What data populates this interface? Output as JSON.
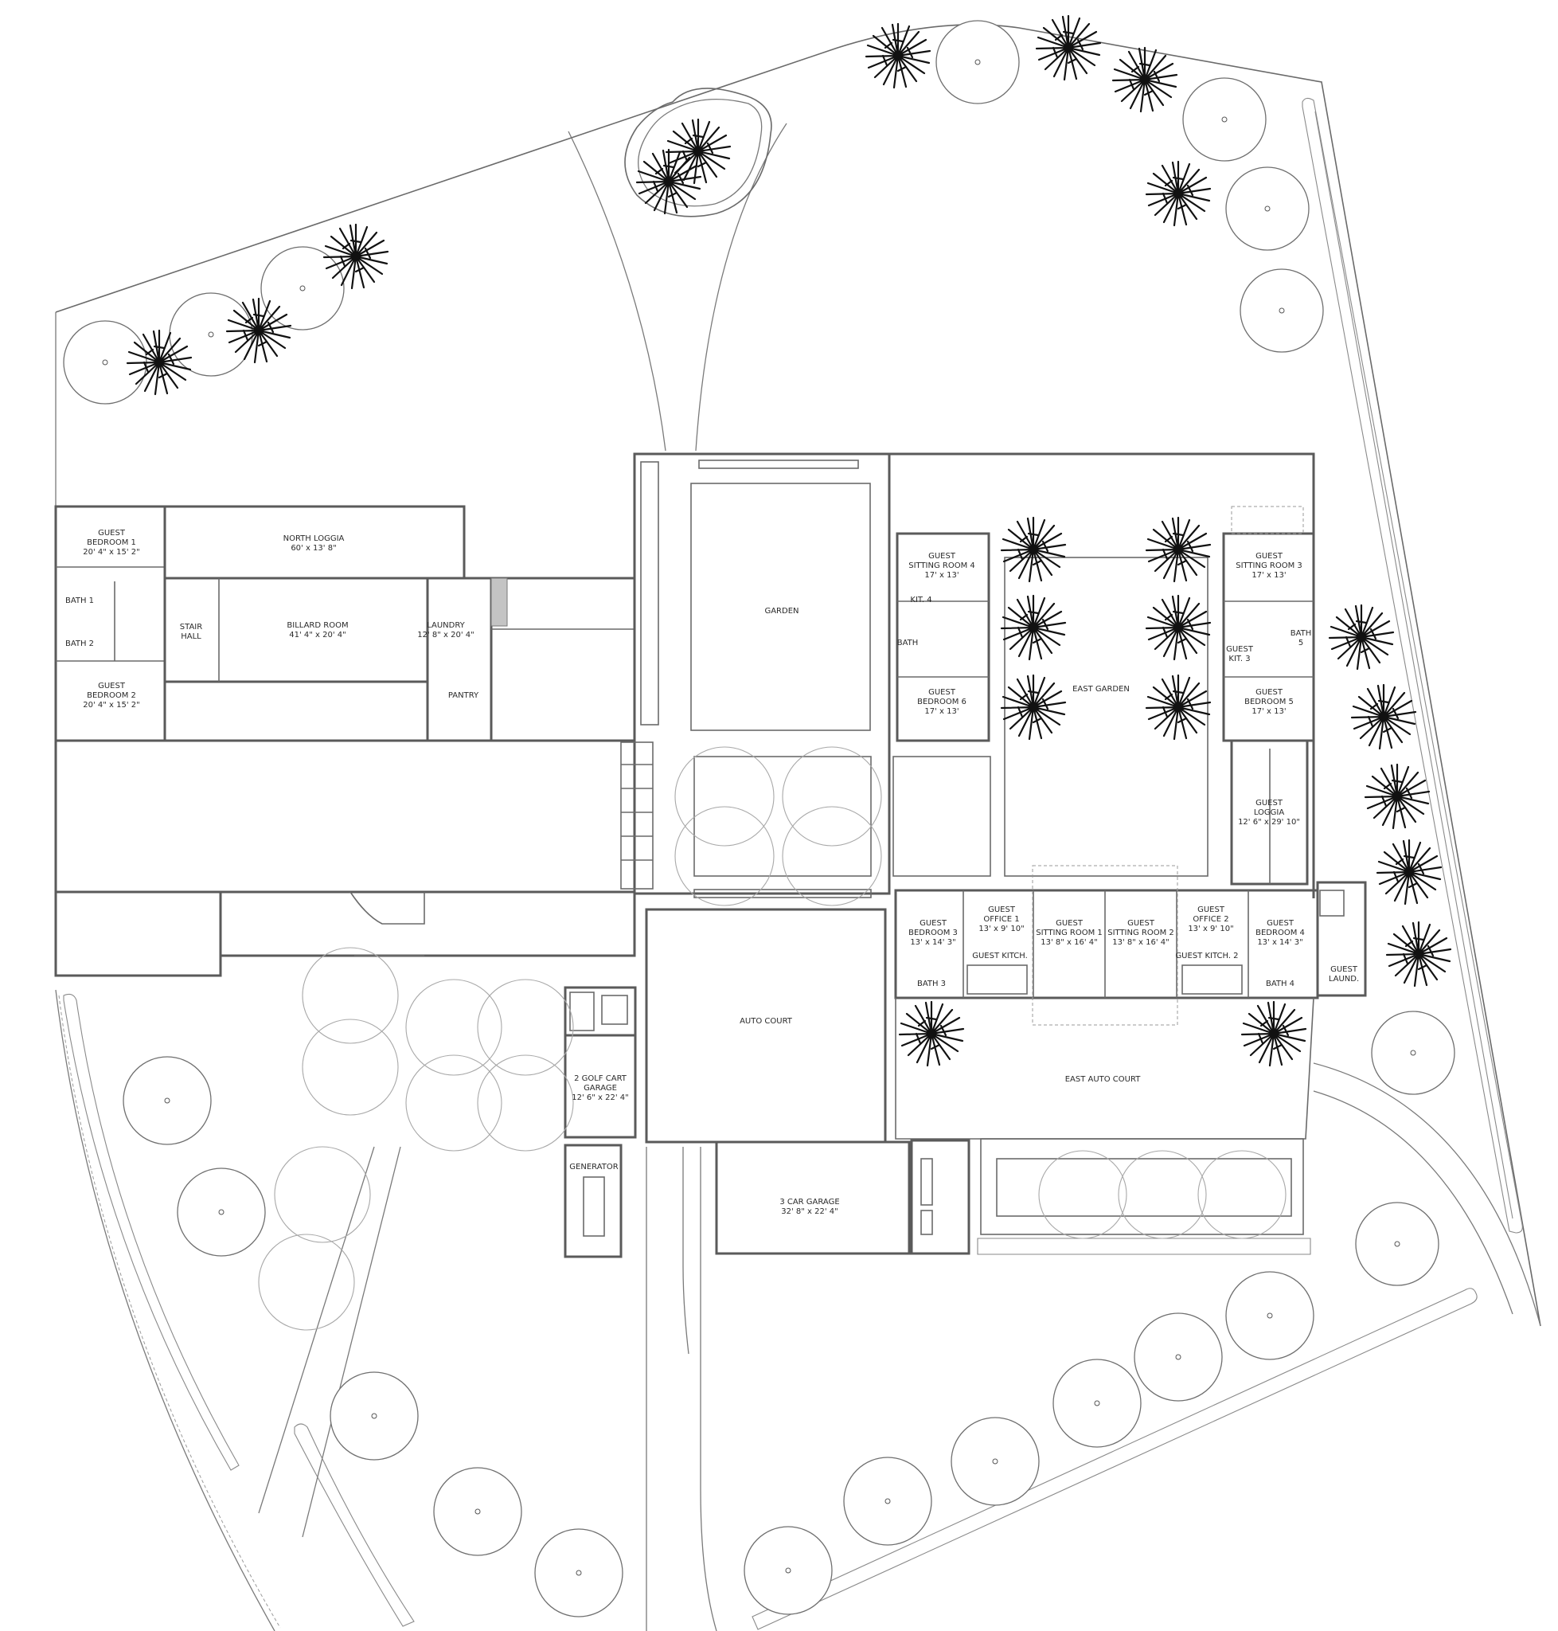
{
  "rooms": [
    {
      "id": "guest-bedroom-1",
      "lines": [
        "GUEST",
        "BEDROOM 1",
        "20' 4\" x 15' 2\""
      ]
    },
    {
      "id": "north-loggia",
      "lines": [
        "NORTH LOGGIA",
        "60' x 13' 8\""
      ]
    },
    {
      "id": "bath-1",
      "lines": [
        "BATH 1"
      ]
    },
    {
      "id": "bath-2",
      "lines": [
        "BATH 2"
      ]
    },
    {
      "id": "stair-hall",
      "lines": [
        "STAIR",
        "HALL"
      ]
    },
    {
      "id": "billard-room",
      "lines": [
        "BILLARD ROOM",
        "41' 4\" x 20' 4\""
      ]
    },
    {
      "id": "laundry",
      "lines": [
        "LAUNDRY",
        "12' 8\" x 20' 4\""
      ]
    },
    {
      "id": "pantry",
      "lines": [
        "PANTRY"
      ]
    },
    {
      "id": "guest-bedroom-2",
      "lines": [
        "GUEST",
        "BEDROOM 2",
        "20' 4\" x 15' 2\""
      ]
    },
    {
      "id": "garden",
      "lines": [
        "GARDEN"
      ]
    },
    {
      "id": "guest-sitting-room-4",
      "lines": [
        "GUEST",
        "SITTING ROOM 4",
        "17' x 13'"
      ]
    },
    {
      "id": "kit-4",
      "lines": [
        "KIT. 4"
      ]
    },
    {
      "id": "bath-6",
      "lines": [
        "BATH"
      ]
    },
    {
      "id": "guest-bedroom-6",
      "lines": [
        "GUEST",
        "BEDROOM 6",
        "17' x 13'"
      ]
    },
    {
      "id": "east-garden",
      "lines": [
        "EAST GARDEN"
      ]
    },
    {
      "id": "guest-sitting-room-3",
      "lines": [
        "GUEST",
        "SITTING ROOM 3",
        "17' x 13'"
      ]
    },
    {
      "id": "bath-5",
      "lines": [
        "BATH",
        "5"
      ]
    },
    {
      "id": "guest-kit-3",
      "lines": [
        "GUEST",
        "KIT. 3"
      ]
    },
    {
      "id": "guest-bedroom-5",
      "lines": [
        "GUEST",
        "BEDROOM 5",
        "17' x 13'"
      ]
    },
    {
      "id": "guest-loggia",
      "lines": [
        "GUEST",
        "LOGGIA",
        "12' 6\" x 29' 10\""
      ]
    },
    {
      "id": "guest-bedroom-3",
      "lines": [
        "GUEST",
        "BEDROOM 3",
        "13' x 14' 3\""
      ]
    },
    {
      "id": "guest-office-1",
      "lines": [
        "GUEST",
        "OFFICE 1",
        "13' x 9' 10\""
      ]
    },
    {
      "id": "guest-sitting-room-1",
      "lines": [
        "GUEST",
        "SITTING ROOM 1",
        "13' 8\" x 16' 4\""
      ]
    },
    {
      "id": "guest-sitting-room-2",
      "lines": [
        "GUEST",
        "SITTING ROOM 2",
        "13' 8\" x 16' 4\""
      ]
    },
    {
      "id": "guest-office-2",
      "lines": [
        "GUEST",
        "OFFICE 2",
        "13' x 9' 10\""
      ]
    },
    {
      "id": "guest-bedroom-4",
      "lines": [
        "GUEST",
        "BEDROOM 4",
        "13' x 14' 3\""
      ]
    },
    {
      "id": "guest-laund",
      "lines": [
        "GUEST",
        "LAUND."
      ]
    },
    {
      "id": "guest-kitch-1",
      "lines": [
        "GUEST KITCH."
      ]
    },
    {
      "id": "guest-kitch-2",
      "lines": [
        "GUEST KITCH. 2"
      ]
    },
    {
      "id": "bath-3",
      "lines": [
        "BATH 3"
      ]
    },
    {
      "id": "bath-4",
      "lines": [
        "BATH 4"
      ]
    },
    {
      "id": "auto-court",
      "lines": [
        "AUTO COURT"
      ]
    },
    {
      "id": "east-auto-court",
      "lines": [
        "EAST AUTO COURT"
      ]
    },
    {
      "id": "golf-cart-garage",
      "lines": [
        "2 GOLF CART",
        "GARAGE",
        "12' 6\" x 22' 4\""
      ]
    },
    {
      "id": "generator",
      "lines": [
        "GENERATOR"
      ]
    },
    {
      "id": "three-car-garage",
      "lines": [
        "3 CAR GARAGE",
        "32' 8\" x 22' 4\""
      ]
    }
  ],
  "icons": {
    "palm": "palm-tree-icon",
    "tree": "canopy-tree-icon"
  },
  "colors": {
    "walls": "#5a5a5a",
    "palms": "#111111",
    "background": "#ffffff"
  }
}
